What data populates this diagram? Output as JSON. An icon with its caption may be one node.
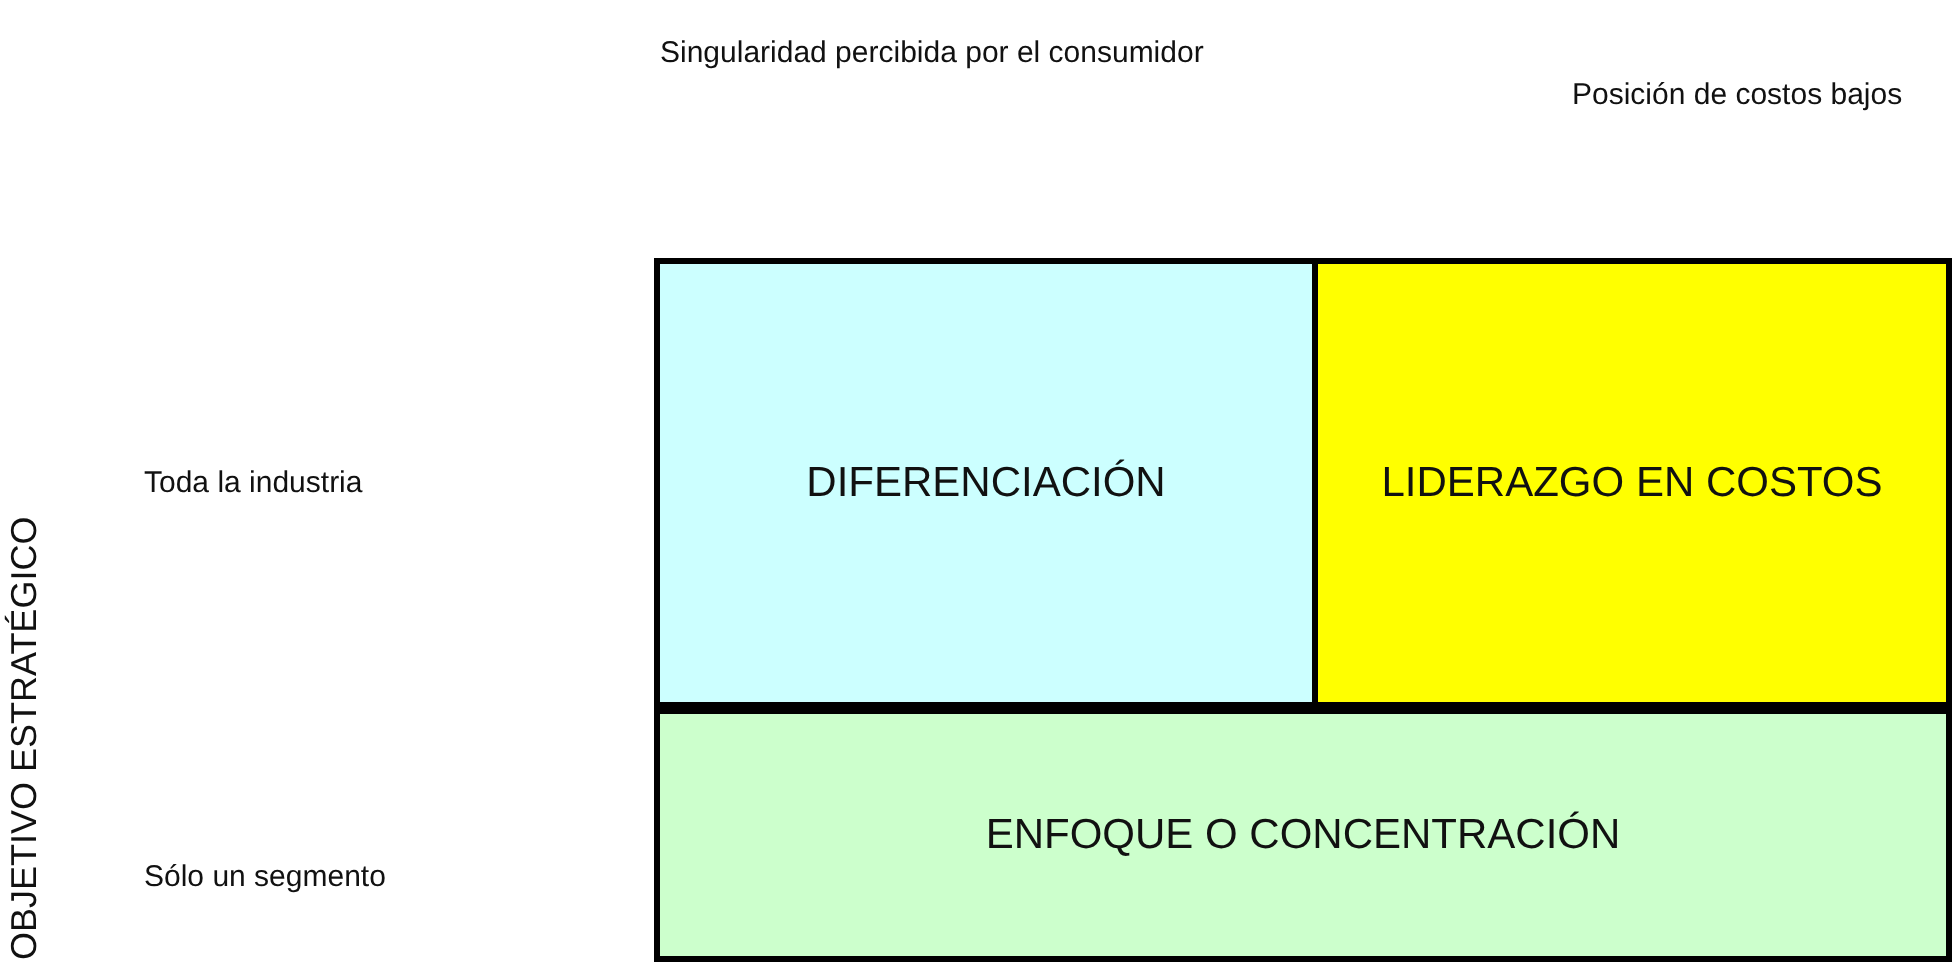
{
  "diagram": {
    "nodes": [
      {
        "text": [
          "DIFERENCIACIÓN"
        ]
      },
      {
        "text": [
          "LIDERAZGO EN COSTOS"
        ]
      },
      {
        "text": [
          "ENFOQUE O CONCENTRACIÓN"
        ]
      }
    ],
    "labels": [
      "Singularidad percibida por el consumidor",
      "Posición de costos bajos",
      "OBJETIVO ESTRATÉGICO",
      "Toda la industria",
      "Sólo un segmento"
    ]
  }
}
